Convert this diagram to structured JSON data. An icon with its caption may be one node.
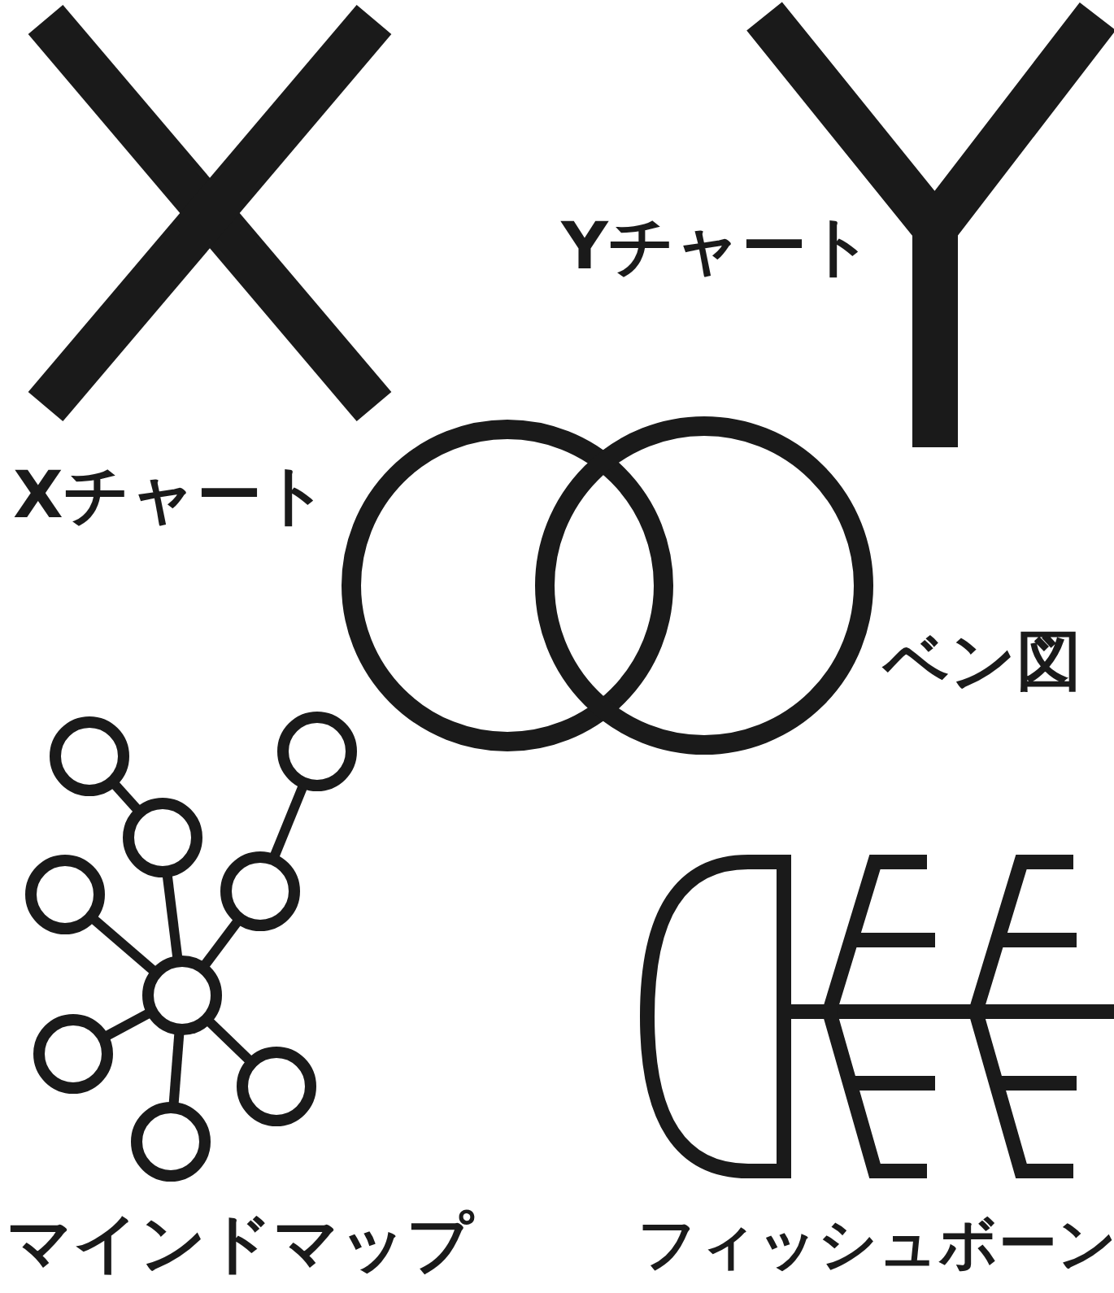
{
  "diagram": {
    "labels": [
      "Yチャート",
      "Xチャート",
      "ベン図",
      "マインドマップ",
      "フィッシュボーン"
    ]
  }
}
